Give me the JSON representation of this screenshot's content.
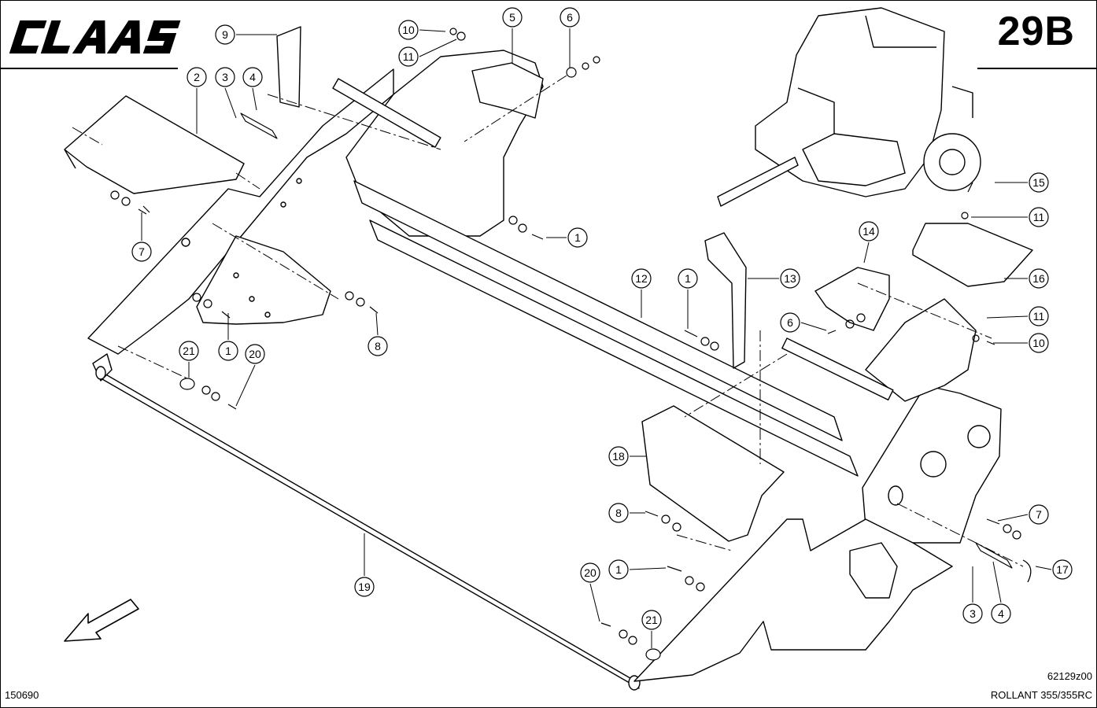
{
  "header": {
    "brand": "CLAAS",
    "page_code": "29B"
  },
  "footer": {
    "drawing_number": "150690",
    "reference": "62129z00",
    "model": "ROLLANT 355/355RC"
  },
  "callouts": [
    {
      "label": "9"
    },
    {
      "label": "10"
    },
    {
      "label": "11"
    },
    {
      "label": "5"
    },
    {
      "label": "6"
    },
    {
      "label": "2"
    },
    {
      "label": "3"
    },
    {
      "label": "4"
    },
    {
      "label": "7"
    },
    {
      "label": "1"
    },
    {
      "label": "1"
    },
    {
      "label": "8"
    },
    {
      "label": "21"
    },
    {
      "label": "20"
    },
    {
      "label": "19"
    },
    {
      "label": "12"
    },
    {
      "label": "1"
    },
    {
      "label": "13"
    },
    {
      "label": "6"
    },
    {
      "label": "14"
    },
    {
      "label": "15"
    },
    {
      "label": "11"
    },
    {
      "label": "16"
    },
    {
      "label": "11"
    },
    {
      "label": "10"
    },
    {
      "label": "18"
    },
    {
      "label": "8"
    },
    {
      "label": "7"
    },
    {
      "label": "17"
    },
    {
      "label": "1"
    },
    {
      "label": "20"
    },
    {
      "label": "21"
    },
    {
      "label": "3"
    },
    {
      "label": "4"
    }
  ]
}
